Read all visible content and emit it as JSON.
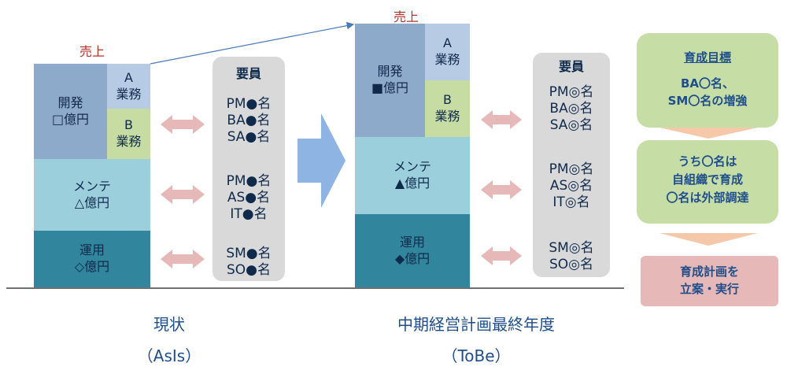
{
  "asis": {
    "sales_label": "売上",
    "dev": {
      "line1": "開発",
      "line2": "□億円"
    },
    "biz_a": {
      "line1": "A",
      "line2": "業務"
    },
    "biz_b": {
      "line1": "B",
      "line2": "業務"
    },
    "maint": {
      "line1": "メンテ",
      "line2": "△億円"
    },
    "ops": {
      "line1": "運用",
      "line2": "◇億円"
    },
    "staff": {
      "header": "要員",
      "groups": [
        [
          "PM●名",
          "BA●名",
          "SA●名"
        ],
        [
          "PM●名",
          "AS●名",
          "IT●名"
        ],
        [
          "SM●名",
          "SO●名"
        ]
      ]
    },
    "caption": {
      "line1": "現状",
      "line2": "（AsIs）"
    }
  },
  "tobe": {
    "sales_label": "売上",
    "dev": {
      "line1": "開発",
      "line2": "■億円"
    },
    "biz_a": {
      "line1": "A",
      "line2": "業務"
    },
    "biz_b": {
      "line1": "B",
      "line2": "業務"
    },
    "maint": {
      "line1": "メンテ",
      "line2": "▲億円"
    },
    "ops": {
      "line1": "運用",
      "line2": "◆億円"
    },
    "staff": {
      "header": "要員",
      "groups": [
        [
          "PM◎名",
          "BA◎名",
          "SA◎名"
        ],
        [
          "PM◎名",
          "AS◎名",
          "IT◎名"
        ],
        [
          "SM◎名",
          "SO◎名"
        ]
      ]
    },
    "caption": {
      "line1": "中期経営計画最終年度",
      "line2": "（ToBe）"
    }
  },
  "goal": {
    "title": "育成目標",
    "line1": "BA〇名、",
    "line2": "SM〇名の増強",
    "line3": "うち〇名は",
    "line4": "自組織で育成",
    "line5": "〇名は外部調達"
  },
  "plan": {
    "line1": "育成計画を",
    "line2": "立案・実行"
  },
  "colors": {
    "dev": "#8eaacb",
    "biz_a": "#b7cbe4",
    "biz_b": "#c6dca2",
    "maint": "#9ccfdc",
    "ops": "#31859c",
    "staff_panel": "#d9d9d9",
    "double_arrow": "#e6b8b7",
    "big_arrow": "#8eb4e3",
    "goal_box": "#c6dea5",
    "plan_box": "#e6b8b7"
  }
}
